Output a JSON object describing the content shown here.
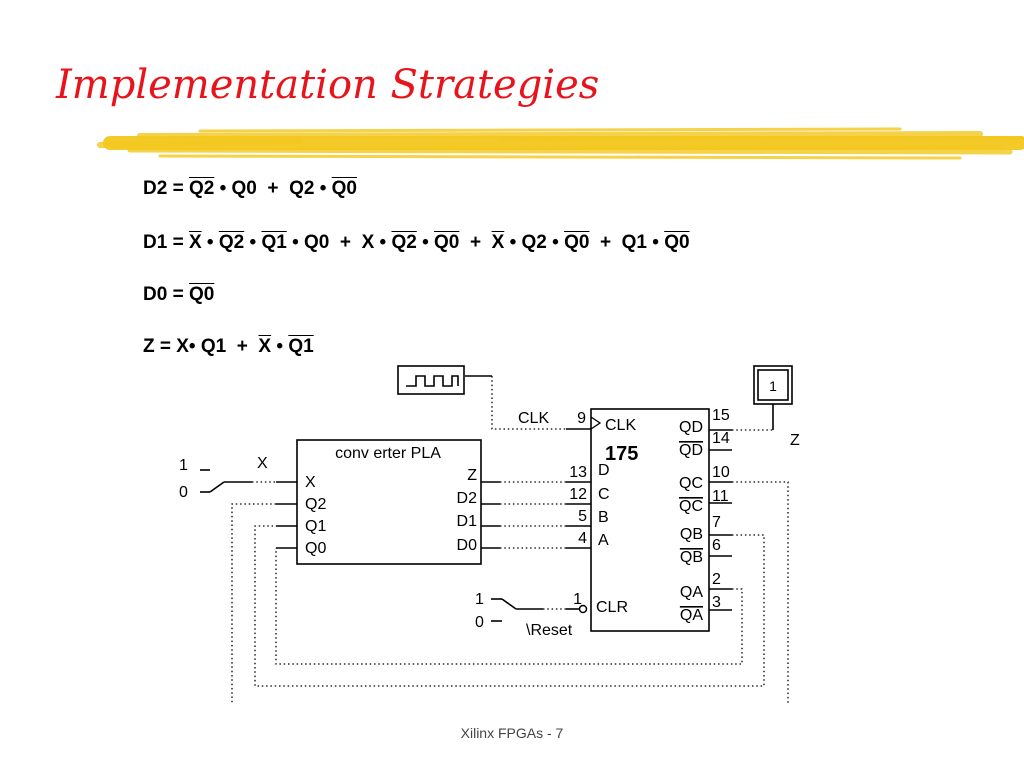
{
  "slide": {
    "title": "Implementation Strategies",
    "footer": "Xilinx FPGAs - 7",
    "colors": {
      "title": "#e8141b",
      "underline_brush": "#f3c81e"
    }
  },
  "equations": {
    "d2": {
      "parts": [
        {
          "text": "D2 = ",
          "bar": false
        },
        {
          "text": "Q2",
          "bar": true
        },
        {
          "text": " • Q0  +  Q2 • ",
          "bar": false
        },
        {
          "text": "Q0",
          "bar": true
        }
      ]
    },
    "d1": {
      "parts": [
        {
          "text": "D1 = ",
          "bar": false
        },
        {
          "text": "X",
          "bar": true
        },
        {
          "text": " • ",
          "bar": false
        },
        {
          "text": "Q2",
          "bar": true
        },
        {
          "text": " • ",
          "bar": false
        },
        {
          "text": "Q1",
          "bar": true
        },
        {
          "text": " • Q0  +  X • ",
          "bar": false
        },
        {
          "text": "Q2",
          "bar": true
        },
        {
          "text": " • ",
          "bar": false
        },
        {
          "text": "Q0",
          "bar": true
        },
        {
          "text": "  +  ",
          "bar": false
        },
        {
          "text": "X",
          "bar": true
        },
        {
          "text": " • Q2 • ",
          "bar": false
        },
        {
          "text": "Q0",
          "bar": true
        },
        {
          "text": "  +  Q1 • ",
          "bar": false
        },
        {
          "text": "Q0",
          "bar": true
        }
      ]
    },
    "d0": {
      "parts": [
        {
          "text": "D0 = ",
          "bar": false
        },
        {
          "text": "Q0",
          "bar": true
        }
      ]
    },
    "z": {
      "parts": [
        {
          "text": "Z = X• Q1  +  ",
          "bar": false
        },
        {
          "text": "X",
          "bar": true
        },
        {
          "text": " • ",
          "bar": false
        },
        {
          "text": "Q1",
          "bar": true
        }
      ]
    }
  },
  "circuit": {
    "pla": {
      "title": "conv erter PLA",
      "inputs": [
        "X",
        "Q2",
        "Q1",
        "Q0"
      ],
      "outputs": [
        "Z",
        "D2",
        "D1",
        "D0"
      ]
    },
    "chip": {
      "number": "175",
      "clk_label": "CLK",
      "clr_label": "CLR",
      "inputs": [
        "D",
        "C",
        "B",
        "A"
      ],
      "input_pins": [
        "13",
        "12",
        "5",
        "4"
      ],
      "clk_pin": "9",
      "clr_pin": "1",
      "outputs": [
        {
          "label": "QD",
          "pin": "15",
          "bar": false
        },
        {
          "label": "QD",
          "pin": "14",
          "bar": true
        },
        {
          "label": "QC",
          "pin": "10",
          "bar": false
        },
        {
          "label": "QC",
          "pin": "11",
          "bar": true
        },
        {
          "label": "QB",
          "pin": "7",
          "bar": false
        },
        {
          "label": "QB",
          "pin": "6",
          "bar": true
        },
        {
          "label": "QA",
          "pin": "2",
          "bar": false
        },
        {
          "label": "QA",
          "pin": "3",
          "bar": true
        }
      ]
    },
    "clock_signal_label": "CLK",
    "x_switch": {
      "label": "X",
      "one": "1",
      "zero": "0"
    },
    "reset_switch": {
      "label": "\\Reset",
      "one": "1",
      "zero": "0"
    },
    "output_probe": {
      "value": "1",
      "label": "Z"
    }
  }
}
